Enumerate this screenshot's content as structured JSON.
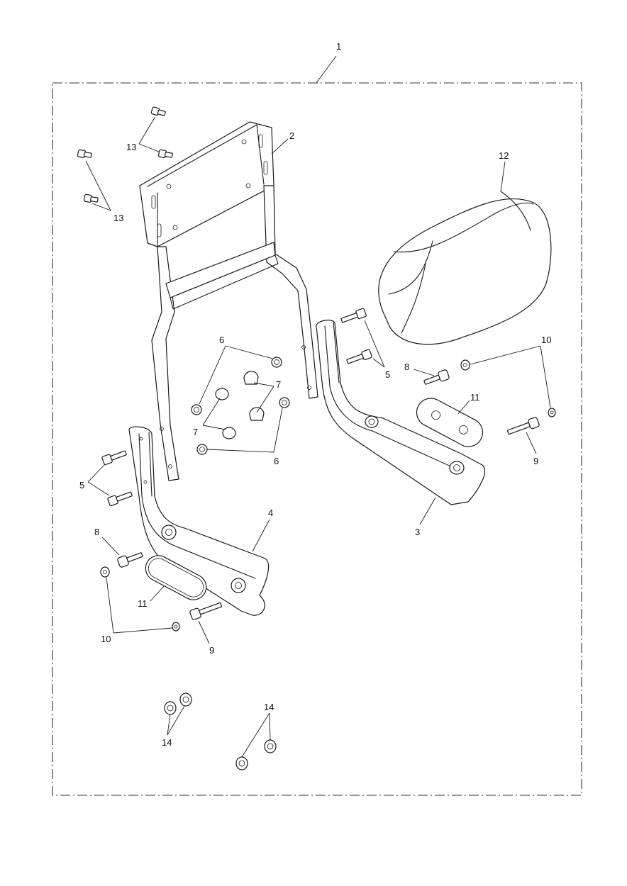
{
  "callouts": {
    "c1": "1",
    "c2": "2",
    "c3": "3",
    "c4": "4",
    "c5a": "5",
    "c5b": "5",
    "c6a": "6",
    "c6b": "6",
    "c7a": "7",
    "c7b": "7",
    "c8a": "8",
    "c8b": "8",
    "c9a": "9",
    "c9b": "9",
    "c10a": "10",
    "c10b": "10",
    "c11a": "11",
    "c11b": "11",
    "c12": "12",
    "c13a": "13",
    "c13b": "13",
    "c14a": "14",
    "c14b": "14"
  }
}
